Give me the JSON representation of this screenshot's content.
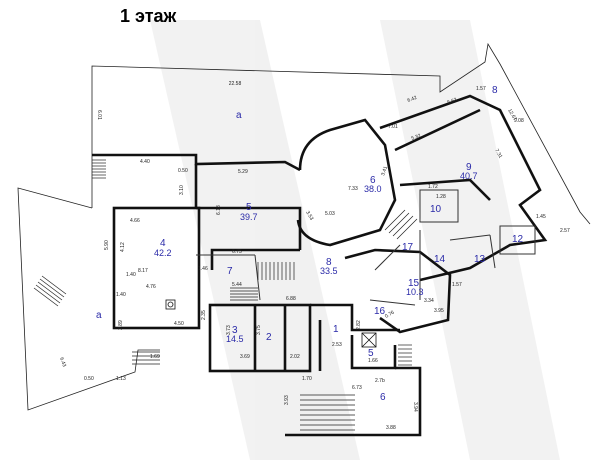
{
  "title": "1 этаж",
  "rooms": [
    {
      "id": "r-a-top",
      "num": "a",
      "area": ""
    },
    {
      "id": "r-a-left",
      "num": "a",
      "area": ""
    },
    {
      "id": "r1",
      "num": "1",
      "area": ""
    },
    {
      "id": "r2",
      "num": "2",
      "area": ""
    },
    {
      "id": "r3",
      "num": "3",
      "area": "14.5"
    },
    {
      "id": "r4",
      "num": "4",
      "area": "42.2"
    },
    {
      "id": "r5a",
      "num": "5",
      "area": "39.7"
    },
    {
      "id": "r5b",
      "num": "5",
      "area": ""
    },
    {
      "id": "r6a",
      "num": "6",
      "area": "38.0"
    },
    {
      "id": "r6b",
      "num": "6",
      "area": ""
    },
    {
      "id": "r7",
      "num": "7",
      "area": ""
    },
    {
      "id": "r8a",
      "num": "8",
      "area": "33.5"
    },
    {
      "id": "r8b",
      "num": "8",
      "area": ""
    },
    {
      "id": "r9",
      "num": "9",
      "area": "40.7"
    },
    {
      "id": "r10",
      "num": "10",
      "area": ""
    },
    {
      "id": "r12",
      "num": "12",
      "area": ""
    },
    {
      "id": "r13",
      "num": "13",
      "area": ""
    },
    {
      "id": "r14",
      "num": "14",
      "area": ""
    },
    {
      "id": "r15",
      "num": "15",
      "area": "10.3"
    },
    {
      "id": "r16",
      "num": "16",
      "area": ""
    },
    {
      "id": "r17",
      "num": "17",
      "area": ""
    }
  ],
  "dimensions": [
    "22.58",
    "6.01",
    "4.40",
    "0.50",
    "5.29",
    "3.10",
    "6.18",
    "4.66",
    "5.90",
    "4.12",
    "8.17",
    "1.40",
    "1.46",
    "4.76",
    "1.40",
    "2.89",
    "4.50",
    "6.43",
    "0.50",
    "1.13",
    "1.69",
    "6.75",
    "5.44",
    "6.88",
    "2.35",
    "3.73",
    "3.75",
    "3.69",
    "2.02",
    "2.82",
    "2.53",
    "1.70",
    "1.66",
    "2.7b",
    "6.73",
    "3.93",
    "3.88",
    "3.94",
    "7.33",
    "3.53",
    "5.03",
    "3.41",
    "6.42",
    "5.63",
    "5.32",
    "1.57",
    "12.67",
    "9.08",
    "7.01",
    "7.31",
    "1.72",
    "1.45",
    "2.57",
    "3.34",
    "1.57",
    "0.76",
    "3.95",
    "1.28"
  ]
}
